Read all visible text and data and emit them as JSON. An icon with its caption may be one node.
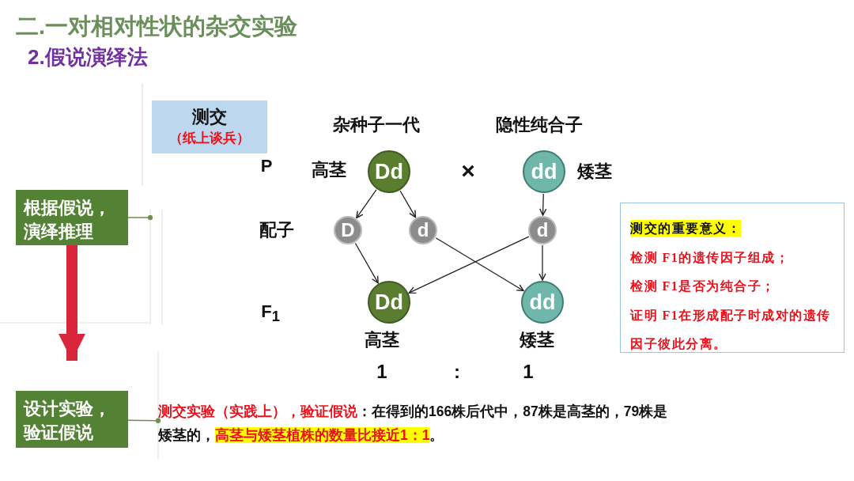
{
  "diagram": {
    "title": "二.一对相对性状的杂交实验",
    "nodes": [
      {
        "text": [
          "测交",
          "（纸上谈兵）"
        ]
      },
      {
        "text": [
          "根据假说，演绎推理"
        ]
      },
      {
        "text": [
          "设计实验，验证假说"
        ]
      },
      {
        "text": [
          "Dd"
        ],
        "beside": [
          "杂种子一代",
          "高茎"
        ]
      },
      {
        "text": [
          "dd"
        ],
        "beside": [
          "隐性纯合子",
          "矮茎"
        ]
      },
      {
        "text": [
          "D"
        ]
      },
      {
        "text": [
          "d"
        ]
      },
      {
        "text": [
          "d"
        ]
      },
      {
        "text": [
          "Dd"
        ],
        "beside": [
          "高茎"
        ]
      },
      {
        "text": [
          "dd"
        ],
        "beside": [
          "矮茎"
        ]
      },
      {
        "text": [
          "测交的重要意义：",
          "检测 F1的遗传因子组成；",
          "检测 F1是否为纯合子；",
          "证明 F1在形成配子时成对的遗传因子彼此分离。"
        ]
      },
      {
        "text": [
          "**测交实验（实践上），验证假说**：在得到的166株后代中，87株是高茎的，79株是矮茎的，*高茎与矮茎植株的数量比接近1：1*。"
        ]
      }
    ],
    "edges": [
      {
        "from": 3,
        "to": 5,
        "arrow": "to"
      },
      {
        "from": 3,
        "to": 6,
        "arrow": "to"
      },
      {
        "from": 4,
        "to": 7,
        "arrow": "to"
      },
      {
        "from": 5,
        "to": 8,
        "arrow": "to"
      },
      {
        "from": 6,
        "to": 9,
        "arrow": "to"
      },
      {
        "from": 7,
        "to": 8,
        "arrow": "to"
      },
      {
        "from": 7,
        "to": 9,
        "arrow": "to"
      },
      {
        "from": 1,
        "to": 2,
        "arrow": "to",
        "style": "thick",
        "color": "#d9263a"
      },
      {
        "from": 1,
        "to": null,
        "arrow": "other",
        "color": "#6f8f4f"
      },
      {
        "from": 2,
        "to": 11,
        "arrow": "other",
        "color": "#6f8f4f"
      }
    ],
    "labels": [
      "2.假说演绎法",
      "P",
      "×",
      "配子",
      "F$_{1}$",
      "1",
      ":",
      "1"
    ]
  }
}
